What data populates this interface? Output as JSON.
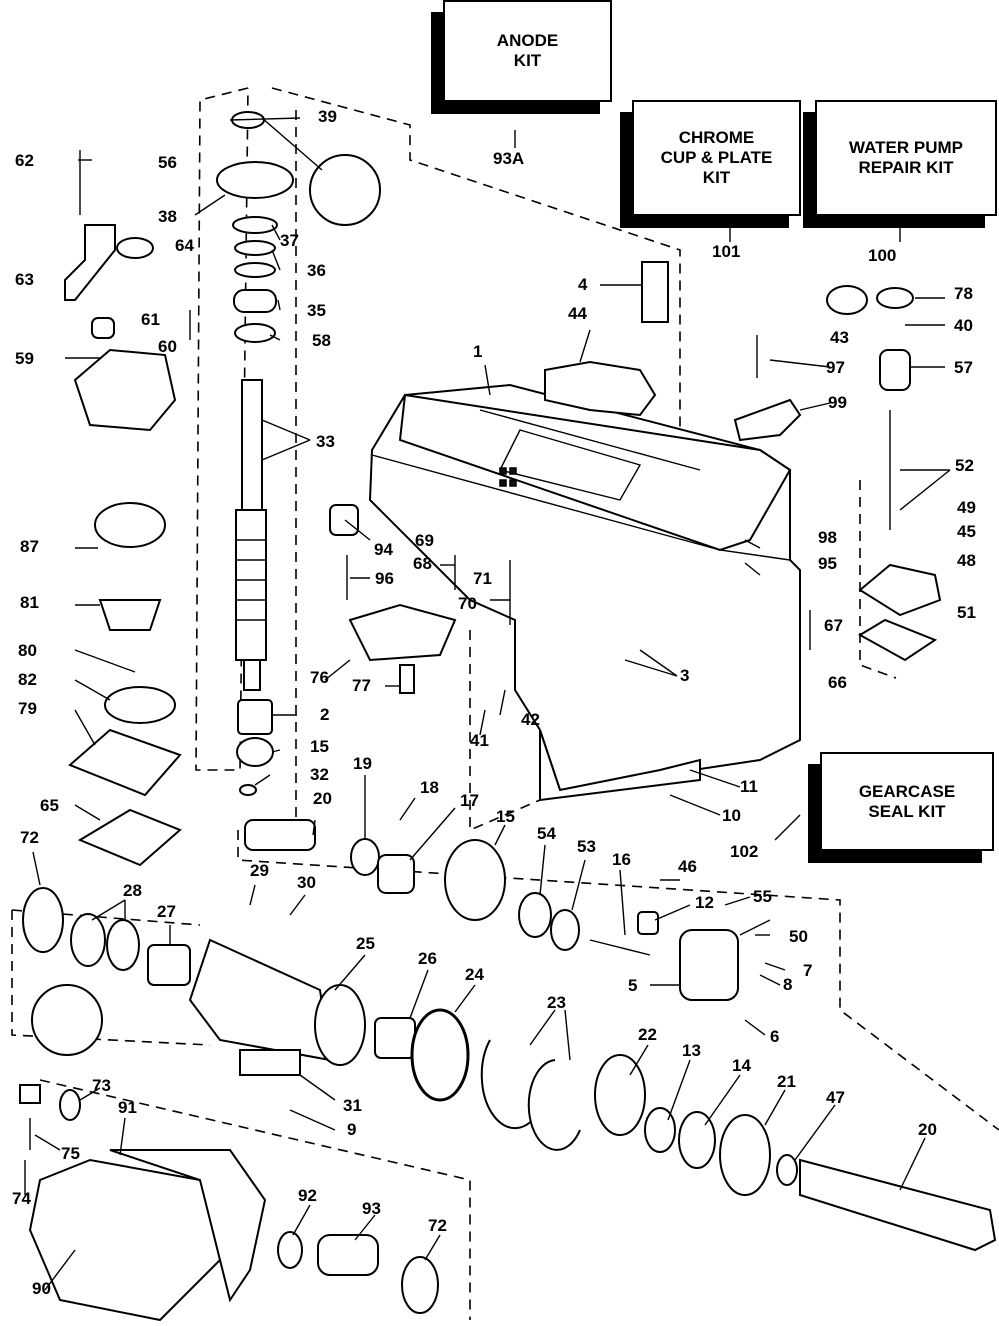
{
  "kits": {
    "anode": "ANODE\nKIT",
    "chrome": "CHROME\nCUP & PLATE\nKIT",
    "water_pump": "WATER PUMP\nREPAIR KIT",
    "gearcase": "GEARCASE\nSEAL KIT"
  },
  "callouts": {
    "n93A": "93A",
    "n101": "101",
    "n100": "100",
    "n102": "102",
    "n39": "39",
    "n56": "56",
    "n62": "62",
    "n38": "38",
    "n37": "37",
    "n36": "36",
    "n64": "64",
    "n63": "63",
    "n35": "35",
    "n61": "61",
    "n60": "60",
    "n58": "58",
    "n59": "59",
    "n33": "33",
    "n4": "4",
    "n44": "44",
    "n1": "1",
    "n43": "43",
    "n78": "78",
    "n40": "40",
    "n97": "97",
    "n57": "57",
    "n99": "99",
    "n52": "52",
    "n87": "87",
    "n94": "94",
    "n69": "69",
    "n68": "68",
    "n71": "71",
    "n96": "96",
    "n70": "70",
    "n98": "98",
    "n95": "95",
    "n49": "49",
    "n45": "45",
    "n48": "48",
    "n81": "81",
    "n67": "67",
    "n51": "51",
    "n80": "80",
    "n76": "76",
    "n77": "77",
    "n82": "82",
    "n79": "79",
    "n2": "2",
    "n3": "3",
    "n66": "66",
    "n42": "42",
    "n41": "41",
    "n15a": "15",
    "n32": "32",
    "n19": "19",
    "n18": "18",
    "n17": "17",
    "n15b": "15",
    "n11": "11",
    "n10": "10",
    "n65": "65",
    "n20a": "20",
    "n54": "54",
    "n53": "53",
    "n16": "16",
    "n46": "46",
    "n72a": "72",
    "n29": "29",
    "n30": "30",
    "n55": "55",
    "n12": "12",
    "n28": "28",
    "n27": "27",
    "n50": "50",
    "n25": "25",
    "n26": "26",
    "n24": "24",
    "n7": "7",
    "n8": "8",
    "n5": "5",
    "n23": "23",
    "n6": "6",
    "n22": "22",
    "n13": "13",
    "n73": "73",
    "n91": "91",
    "n14": "14",
    "n21": "21",
    "n31": "31",
    "n47": "47",
    "n9": "9",
    "n20b": "20",
    "n75": "75",
    "n74": "74",
    "n92": "92",
    "n93": "93",
    "n72b": "72",
    "n90": "90"
  }
}
